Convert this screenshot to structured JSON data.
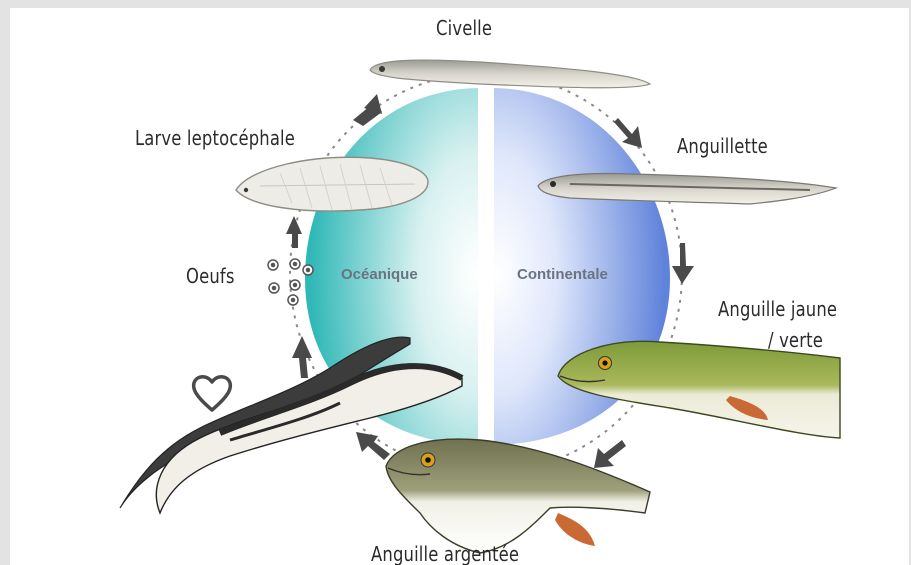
{
  "diagram": {
    "labels": {
      "civelle": "Civelle",
      "larve": "Larve leptocéphale",
      "anguillette": "Anguillette",
      "oeufs": "Oeufs",
      "anguille_jaune_line1": "Anguille jaune",
      "anguille_jaune_line2": "/ verte",
      "anguille_argentee": "Anguille argentée"
    },
    "center": {
      "left": "Océanique",
      "right": "Continentale"
    },
    "colors": {
      "oceanic": "#35bdbc",
      "continental": "#6f8fde",
      "arrow": "#4a4a4a",
      "cycle_dots": "#8a8a8a"
    },
    "icons": [
      "heart-icon",
      "eggs-icon",
      "cycle-arrow-icon"
    ]
  }
}
